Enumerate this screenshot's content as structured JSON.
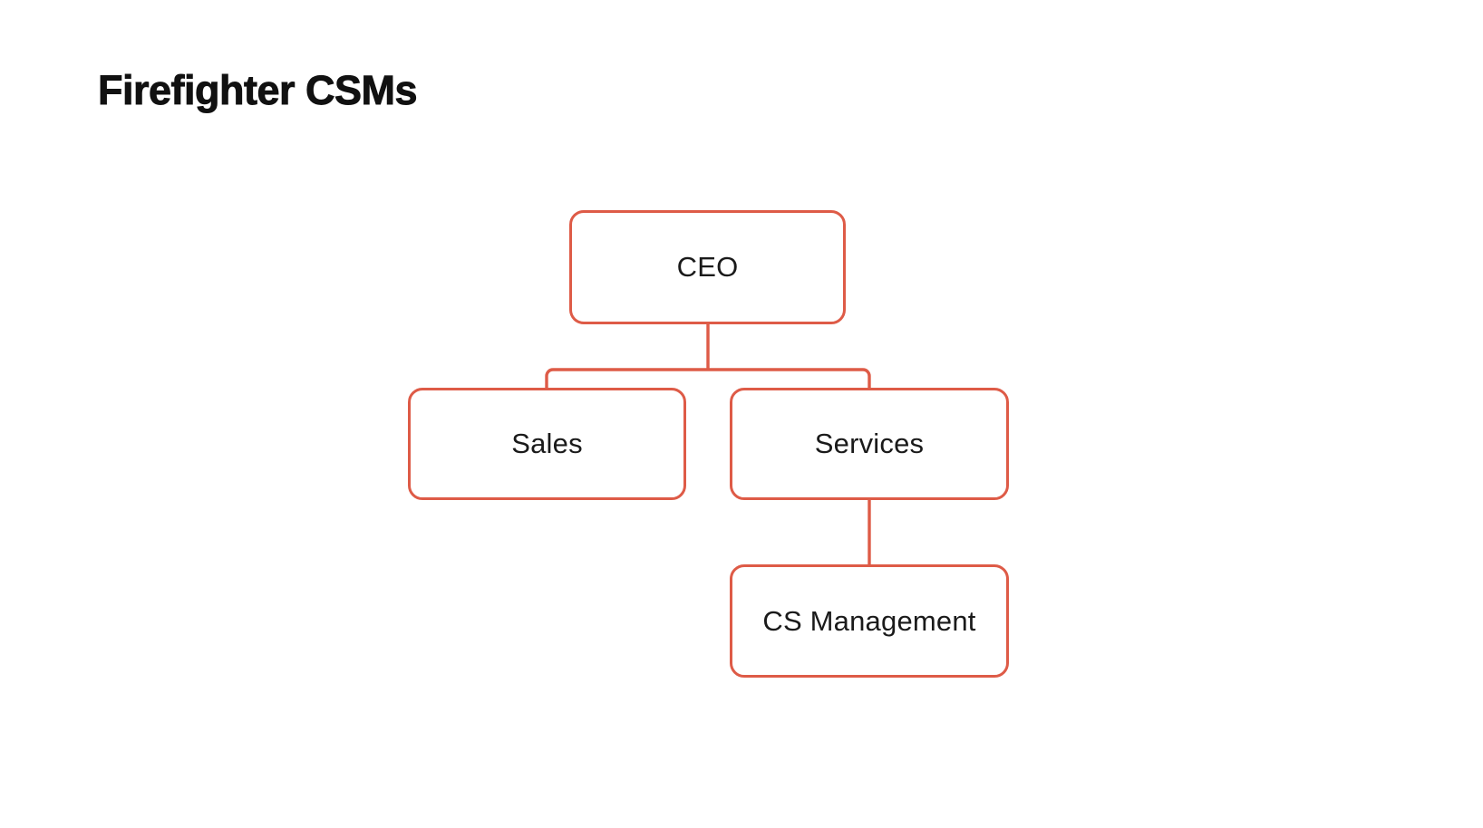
{
  "slide": {
    "title": "Firefighter CSMs",
    "background_color": "#ffffff"
  },
  "theme": {
    "node_border_color": "#de5b47",
    "node_fill_color": "#ffffff",
    "connector_color": "#de5b47",
    "title_color": "#111111",
    "label_color": "#1a1a1a"
  },
  "chart_data": {
    "type": "org-chart",
    "title": "Firefighter CSMs",
    "nodes": [
      {
        "id": "ceo",
        "label": "CEO",
        "parent": null,
        "level": 0
      },
      {
        "id": "sales",
        "label": "Sales",
        "parent": "ceo",
        "level": 1
      },
      {
        "id": "services",
        "label": "Services",
        "parent": "ceo",
        "level": 1
      },
      {
        "id": "cs_management",
        "label": "CS Management",
        "parent": "services",
        "level": 2
      }
    ],
    "edges": [
      {
        "from": "ceo",
        "to": "sales"
      },
      {
        "from": "ceo",
        "to": "services"
      },
      {
        "from": "services",
        "to": "cs_management"
      }
    ]
  },
  "nodes": {
    "ceo": {
      "label": "CEO"
    },
    "sales": {
      "label": "Sales"
    },
    "services": {
      "label": "Services"
    },
    "cs_management": {
      "label": "CS Management"
    }
  }
}
